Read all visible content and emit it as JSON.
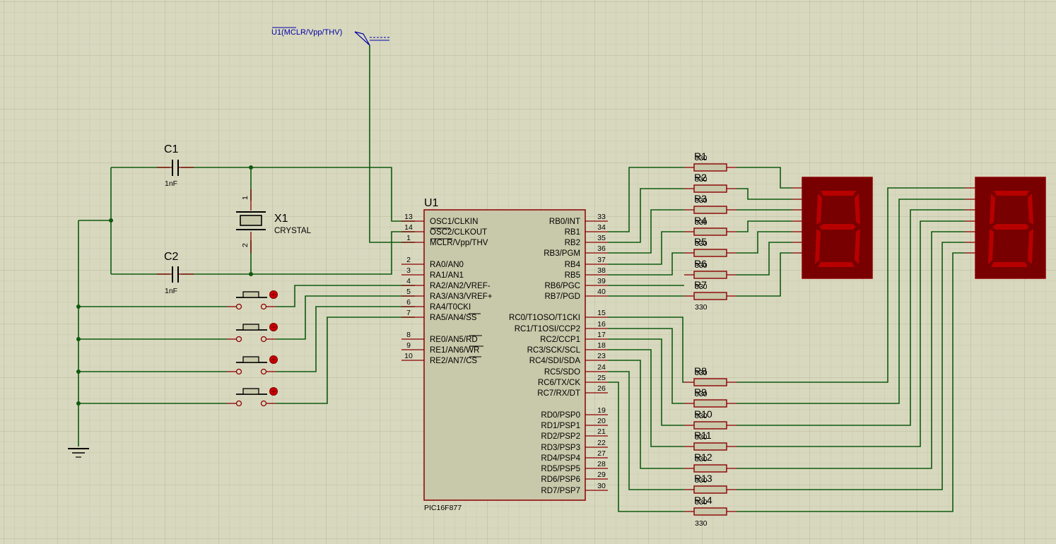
{
  "colors": {
    "background": "#d8d8bf",
    "grid_minor": "#c9c9ae",
    "grid_major": "#b9b99e",
    "wire": "#0f5a0f",
    "component_outline": "#8b0000",
    "ic_body": "#c8c8aa",
    "resistor_body": "#c8c8aa",
    "display_body": "#780000",
    "segment_on": "#b80000",
    "probe_label": "#0000a8"
  },
  "probe": {
    "label": "U1(MCLR/Vpp/THV)",
    "icon": "voltage-probe-icon"
  },
  "capacitors": [
    {
      "ref": "C1",
      "value": "1nF"
    },
    {
      "ref": "C2",
      "value": "1nF"
    }
  ],
  "crystal": {
    "ref": "X1",
    "value": "CRYSTAL",
    "pin1": "1",
    "pin2": "2"
  },
  "mcu": {
    "ref": "U1",
    "part": "PIC16F877",
    "left_pins": [
      {
        "num": "13",
        "name": "OSC1/CLKIN"
      },
      {
        "num": "14",
        "name": "OSC2/CLKOUT"
      },
      {
        "num": "1",
        "name": "MCLR/Vpp/THV"
      },
      {
        "num": "2",
        "name": "RA0/AN0"
      },
      {
        "num": "3",
        "name": "RA1/AN1"
      },
      {
        "num": "4",
        "name": "RA2/AN2/VREF-"
      },
      {
        "num": "5",
        "name": "RA3/AN3/VREF+"
      },
      {
        "num": "6",
        "name": "RA4/T0CKI"
      },
      {
        "num": "7",
        "name": "RA5/AN4/SS"
      },
      {
        "num": "8",
        "name": "RE0/AN5/RD"
      },
      {
        "num": "9",
        "name": "RE1/AN6/WR"
      },
      {
        "num": "10",
        "name": "RE2/AN7/CS"
      }
    ],
    "right_pins": [
      {
        "num": "33",
        "name": "RB0/INT"
      },
      {
        "num": "34",
        "name": "RB1"
      },
      {
        "num": "35",
        "name": "RB2"
      },
      {
        "num": "36",
        "name": "RB3/PGM"
      },
      {
        "num": "37",
        "name": "RB4"
      },
      {
        "num": "38",
        "name": "RB5"
      },
      {
        "num": "39",
        "name": "RB6/PGC"
      },
      {
        "num": "40",
        "name": "RB7/PGD"
      },
      {
        "num": "15",
        "name": "RC0/T1OSO/T1CKI"
      },
      {
        "num": "16",
        "name": "RC1/T1OSI/CCP2"
      },
      {
        "num": "17",
        "name": "RC2/CCP1"
      },
      {
        "num": "18",
        "name": "RC3/SCK/SCL"
      },
      {
        "num": "23",
        "name": "RC4/SDI/SDA"
      },
      {
        "num": "24",
        "name": "RC5/SDO"
      },
      {
        "num": "25",
        "name": "RC6/TX/CK"
      },
      {
        "num": "26",
        "name": "RC7/RX/DT"
      },
      {
        "num": "19",
        "name": "RD0/PSP0"
      },
      {
        "num": "20",
        "name": "RD1/PSP1"
      },
      {
        "num": "21",
        "name": "RD2/PSP2"
      },
      {
        "num": "22",
        "name": "RD3/PSP3"
      },
      {
        "num": "27",
        "name": "RD4/PSP4"
      },
      {
        "num": "28",
        "name": "RD5/PSP5"
      },
      {
        "num": "29",
        "name": "RD6/PSP6"
      },
      {
        "num": "30",
        "name": "RD7/PSP7"
      }
    ]
  },
  "resistors_a": [
    {
      "ref": "R1",
      "value": "330"
    },
    {
      "ref": "R2",
      "value": "330"
    },
    {
      "ref": "R3",
      "value": "330"
    },
    {
      "ref": "R4",
      "value": "330"
    },
    {
      "ref": "R5",
      "value": "330"
    },
    {
      "ref": "R6",
      "value": "330"
    },
    {
      "ref": "R7",
      "value": "330"
    }
  ],
  "resistors_b": [
    {
      "ref": "R8",
      "value": "330"
    },
    {
      "ref": "R9",
      "value": "330"
    },
    {
      "ref": "R10",
      "value": "330"
    },
    {
      "ref": "R11",
      "value": "330"
    },
    {
      "ref": "R12",
      "value": "330"
    },
    {
      "ref": "R13",
      "value": "330"
    },
    {
      "ref": "R14",
      "value": "330"
    }
  ],
  "displays": [
    {
      "shown_digit": "8",
      "icon": "seven-segment-display-icon"
    },
    {
      "shown_digit": "8",
      "icon": "seven-segment-display-icon"
    }
  ],
  "buttons": {
    "count": 4,
    "icon": "push-button-icon"
  },
  "ground": {
    "icon": "ground-icon"
  }
}
